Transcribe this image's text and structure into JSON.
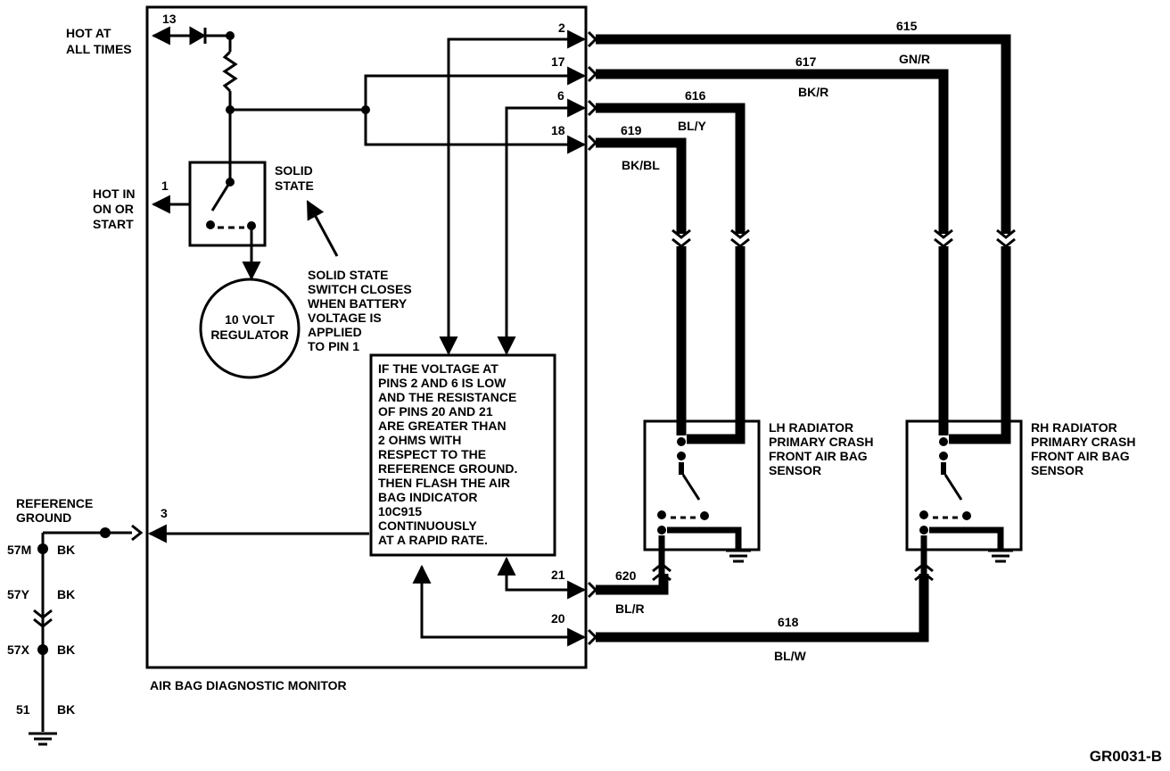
{
  "monitor": {
    "label": "AIR BAG DIAGNOSTIC MONITOR",
    "pins": {
      "p13": "13",
      "p1": "1",
      "p2": "2",
      "p17": "17",
      "p6": "6",
      "p18": "18",
      "p3": "3",
      "p21": "21",
      "p20": "20"
    },
    "hot_at_all_times": [
      "HOT AT",
      "ALL TIMES"
    ],
    "hot_in_start": [
      "HOT IN",
      "ON OR",
      "START"
    ],
    "solid_state": [
      "SOLID",
      "STATE"
    ],
    "switch_note": [
      "SOLID STATE",
      "SWITCH CLOSES",
      "WHEN BATTERY",
      "VOLTAGE IS",
      "APPLIED",
      "TO PIN 1"
    ],
    "regulator": [
      "10 VOLT",
      "REGULATOR"
    ],
    "logic_note": [
      "IF THE VOLTAGE AT",
      "PINS 2 AND 6 IS LOW",
      "AND THE RESISTANCE",
      "OF PINS 20 AND 21",
      "ARE GREATER THAN",
      "2 OHMS WITH",
      "RESPECT TO THE",
      "REFERENCE GROUND.",
      "THEN FLASH THE AIR",
      "BAG INDICATOR",
      "10C915",
      "CONTINUOUSLY",
      "AT A RAPID RATE."
    ]
  },
  "ground": {
    "label": [
      "REFERENCE",
      "GROUND"
    ],
    "circuits": [
      {
        "num": "57M",
        "color": "BK"
      },
      {
        "num": "57Y",
        "color": "BK"
      },
      {
        "num": "57X",
        "color": "BK"
      },
      {
        "num": "51",
        "color": "BK"
      }
    ]
  },
  "wires": {
    "w615": {
      "num": "615",
      "color": "GN/R"
    },
    "w617": {
      "num": "617",
      "color": "BK/R"
    },
    "w616": {
      "num": "616",
      "color": "BL/Y"
    },
    "w619": {
      "num": "619",
      "color": "BK/BL"
    },
    "w620": {
      "num": "620",
      "color": "BL/R"
    },
    "w618": {
      "num": "618",
      "color": "BL/W"
    }
  },
  "sensors": {
    "lh": [
      "LH RADIATOR",
      "PRIMARY CRASH",
      "FRONT AIR BAG",
      "SENSOR"
    ],
    "rh": [
      "RH RADIATOR",
      "PRIMARY CRASH",
      "FRONT AIR BAG",
      "SENSOR"
    ]
  },
  "figure_id": "GR0031-B"
}
